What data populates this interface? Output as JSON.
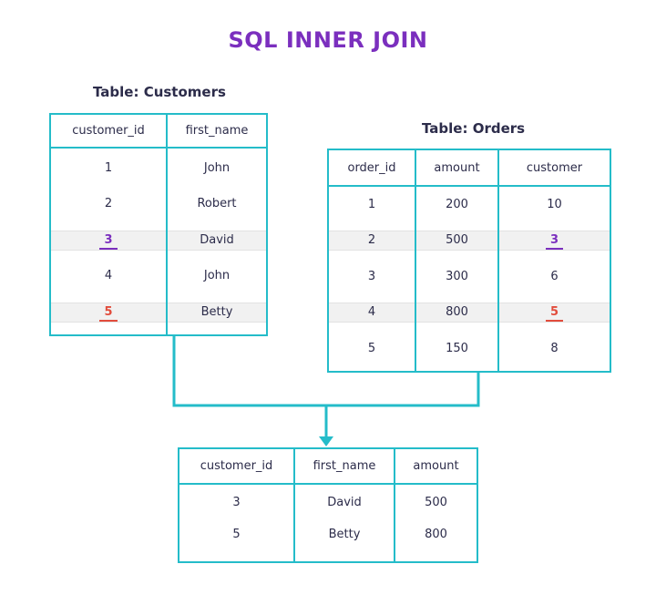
{
  "title": "SQL INNER JOIN",
  "customers": {
    "caption": "Table: Customers",
    "columns": [
      "customer_id",
      "first_name"
    ],
    "rows": [
      [
        "1",
        "John"
      ],
      [
        "2",
        "Robert"
      ],
      [
        "3",
        "David"
      ],
      [
        "4",
        "John"
      ],
      [
        "5",
        "Betty"
      ]
    ]
  },
  "orders": {
    "caption": "Table: Orders",
    "columns": [
      "order_id",
      "amount",
      "customer"
    ],
    "rows": [
      [
        "1",
        "200",
        "10"
      ],
      [
        "2",
        "500",
        "3"
      ],
      [
        "3",
        "300",
        "6"
      ],
      [
        "4",
        "800",
        "5"
      ],
      [
        "5",
        "150",
        "8"
      ]
    ]
  },
  "result": {
    "columns": [
      "customer_id",
      "first_name",
      "amount"
    ],
    "rows": [
      [
        "3",
        "David",
        "500"
      ],
      [
        "5",
        "Betty",
        "800"
      ]
    ]
  },
  "colors": {
    "accent": "#7b2fbe",
    "border": "#24bcc9",
    "match_red": "#e24c3c",
    "text": "#2c2c4a"
  }
}
